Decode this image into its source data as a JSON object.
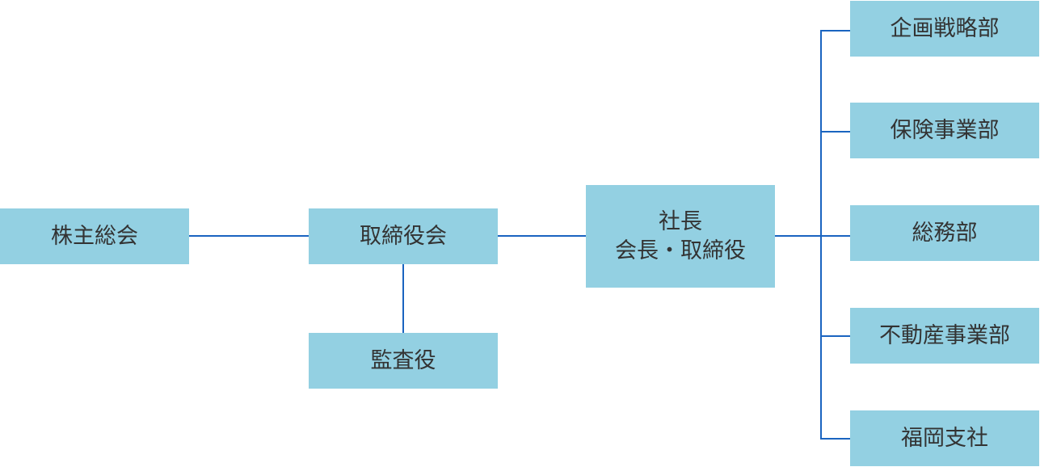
{
  "shareholders": "株主総会",
  "board": "取締役会",
  "auditor": "監査役",
  "president": {
    "line1": "社長",
    "line2": "会長・取締役"
  },
  "departments": [
    "企画戦略部",
    "保険事業部",
    "総務部",
    "不動産事業部",
    "福岡支社"
  ],
  "colors": {
    "box": "#93d0e2",
    "line": "#1a64c0",
    "text": "#333333"
  }
}
